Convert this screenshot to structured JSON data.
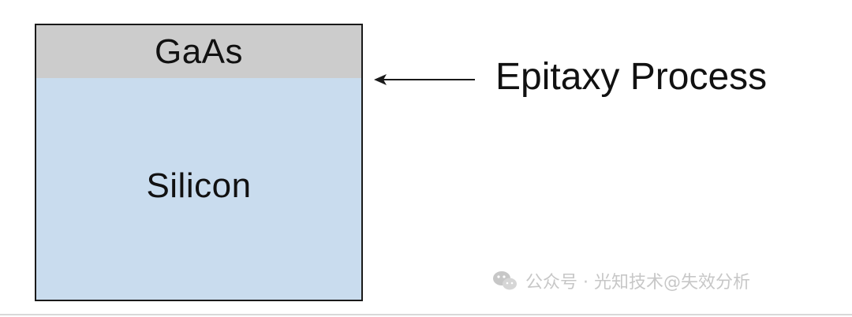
{
  "diagram": {
    "layers": {
      "top": {
        "label": "GaAs",
        "fill": "#cccccc"
      },
      "substrate": {
        "label": "Silicon",
        "fill": "#c9dcee"
      }
    },
    "annotation": {
      "label": "Epitaxy Process",
      "arrow_direction": "left"
    },
    "stroke_color": "#1a1a1a"
  },
  "watermark": {
    "icon": "wechat-icon",
    "text": "公众号 · 光知技术@失效分析"
  }
}
